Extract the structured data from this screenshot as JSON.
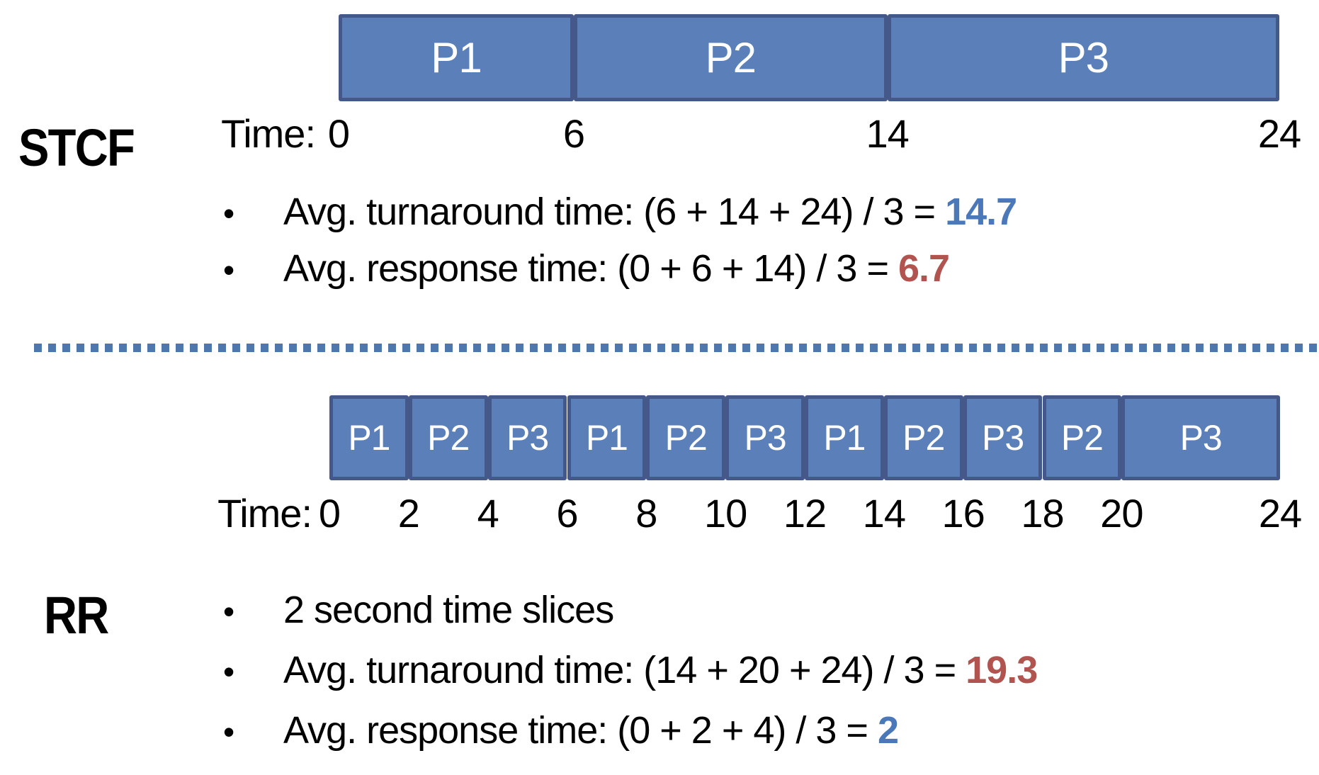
{
  "colors": {
    "bar_fill": "#5b7fb8",
    "bar_border": "#44598a",
    "blue_text": "#4b78b8",
    "red_text": "#b15450",
    "dash_blue": "#4e77ae",
    "bar_label_text": "#ffffff",
    "body_text": "#000000"
  },
  "sections": {
    "stcf": {
      "label": "STCF",
      "time_prefix": "Time:",
      "bullets": [
        {
          "text": "Avg. turnaround time: (6 + 14 + 24) / 3 = ",
          "value": "14.7",
          "value_color": "blue"
        },
        {
          "text": "Avg. response time: (0 + 6 + 14) / 3 = ",
          "value": "6.7",
          "value_color": "red"
        }
      ]
    },
    "rr": {
      "label": "RR",
      "time_prefix": "Time:",
      "bullets": [
        {
          "text": "2 second time slices",
          "value": "",
          "value_color": ""
        },
        {
          "text": "Avg. turnaround time: (14 + 20 + 24) / 3 = ",
          "value": "19.3",
          "value_color": "red"
        },
        {
          "text": "Avg. response time: (0 + 2 + 4) / 3 = ",
          "value": "2",
          "value_color": "blue"
        }
      ]
    }
  },
  "chart_data": [
    {
      "type": "gantt",
      "section": "stcf",
      "title": "STCF schedule",
      "time_axis": {
        "min": 0,
        "max": 24,
        "ticks": [
          0,
          6,
          14,
          24
        ]
      },
      "segments": [
        {
          "label": "P1",
          "start": 0,
          "end": 6
        },
        {
          "label": "P2",
          "start": 6,
          "end": 14
        },
        {
          "label": "P3",
          "start": 14,
          "end": 24
        }
      ]
    },
    {
      "type": "gantt",
      "section": "rr",
      "title": "RR schedule (2 second time slices)",
      "time_axis": {
        "min": 0,
        "max": 24,
        "ticks": [
          0,
          2,
          4,
          6,
          8,
          10,
          12,
          14,
          16,
          18,
          20,
          24
        ]
      },
      "segments": [
        {
          "label": "P1",
          "start": 0,
          "end": 2
        },
        {
          "label": "P2",
          "start": 2,
          "end": 4
        },
        {
          "label": "P3",
          "start": 4,
          "end": 6
        },
        {
          "label": "P1",
          "start": 6,
          "end": 8
        },
        {
          "label": "P2",
          "start": 8,
          "end": 10
        },
        {
          "label": "P3",
          "start": 10,
          "end": 12
        },
        {
          "label": "P1",
          "start": 12,
          "end": 14
        },
        {
          "label": "P2",
          "start": 14,
          "end": 16
        },
        {
          "label": "P3",
          "start": 16,
          "end": 18
        },
        {
          "label": "P2",
          "start": 18,
          "end": 20
        },
        {
          "label": "P3",
          "start": 20,
          "end": 24
        }
      ]
    }
  ]
}
